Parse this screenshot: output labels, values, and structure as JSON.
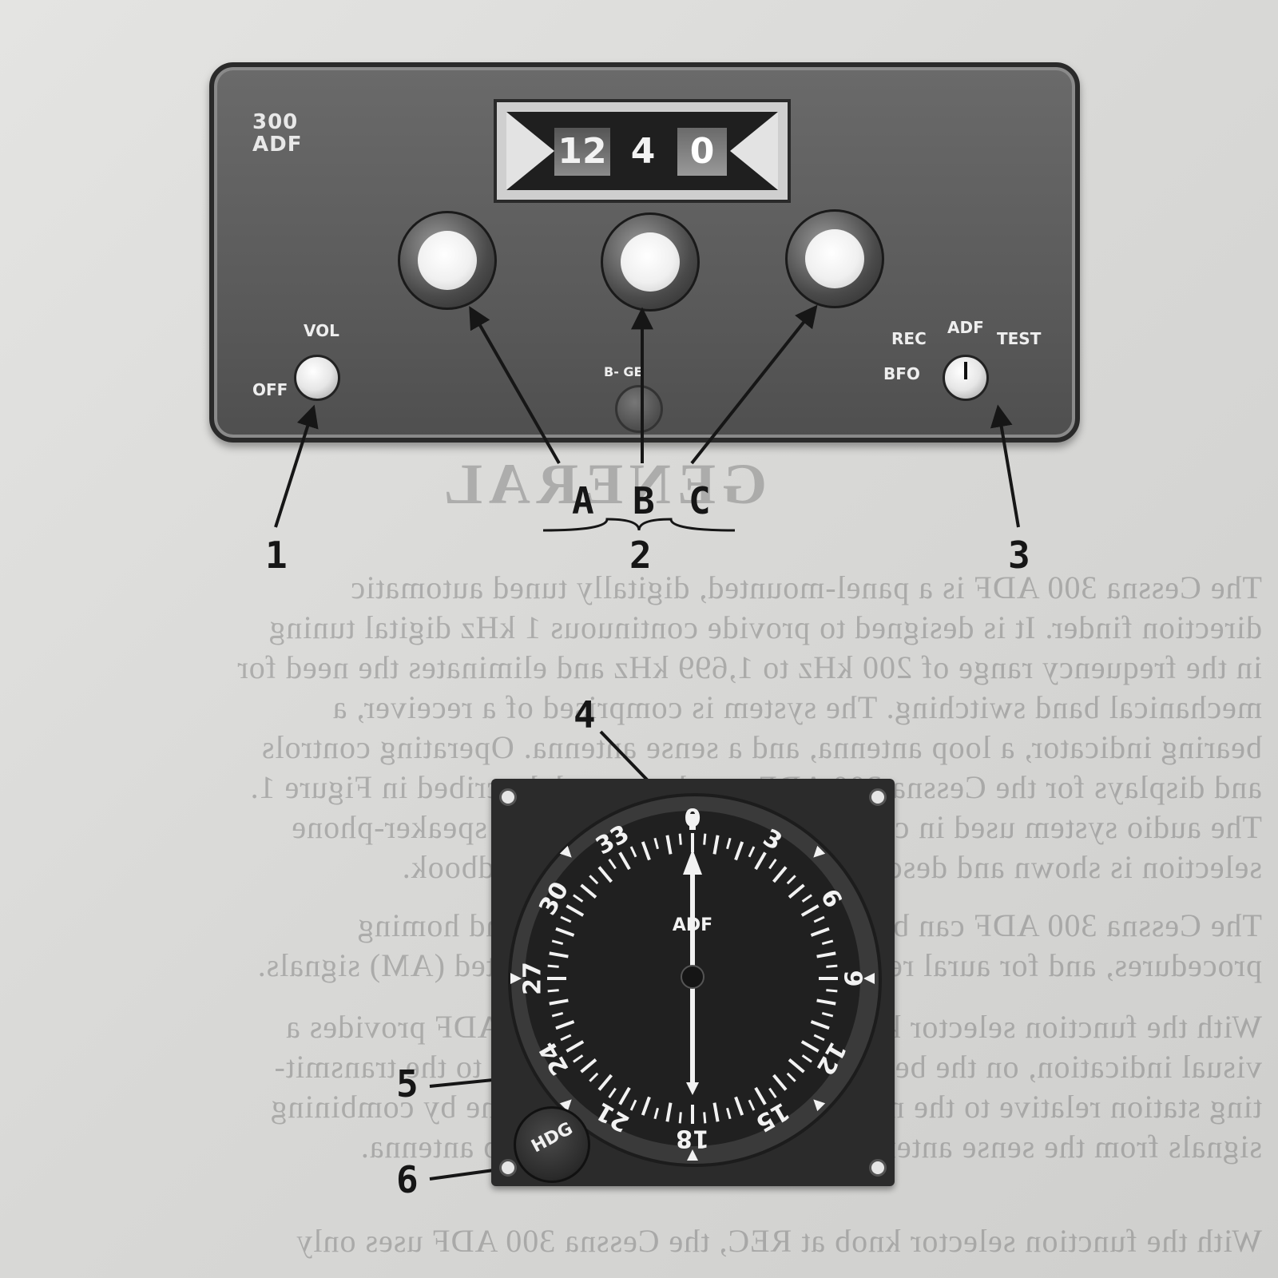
{
  "radio_panel": {
    "model_line1": "300",
    "model_line2": "ADF",
    "frequency_digits": [
      "12",
      "4",
      "0"
    ],
    "vol_label": "VOL",
    "off_label": "OFF",
    "bfo_label": "BFO",
    "rec_label": "REC",
    "adf_label": "ADF",
    "test_label": "TEST",
    "b_knob_label": "B-  GE"
  },
  "callouts": {
    "a": "A",
    "b": "B",
    "c": "C",
    "one": "1",
    "two": "2",
    "three": "3",
    "four": "4",
    "five": "5",
    "six": "6"
  },
  "indicator": {
    "needle_label": "ADF",
    "hdg_label": "HDG",
    "dial_numbers": [
      "0",
      "3",
      "6",
      "9",
      "12",
      "15",
      "18",
      "21",
      "24",
      "27",
      "30",
      "33"
    ]
  },
  "bleed_through": {
    "heading": "GENERAL",
    "lines": [
      "The Cessna 300 ADF is a panel-mounted, digitally tuned automatic",
      "direction finder. It is designed to provide continuous 1 kHz digital tuning",
      "in the frequency range of 200 kHz to 1,699 kHz and eliminates the need for",
      "mechanical band switching. The system is comprised of a receiver, a",
      "bearing indicator, a loop antenna, and a sense antenna. Operating controls",
      "and displays for the Cessna 300 ADF are shown and described in Figure 1.",
      "The audio system used in conjunction with this radio for speaker-phone",
      "selection is shown and described in Section 7 of this handbook.",
      "The Cessna 300 ADF can be used for position plotting and homing",
      "procedures, and for aural reception of amplitude-modulated (AM) signals.",
      "With the function selector knob at ADF, the Cessna 300 ADF provides a",
      "visual indication, on the bearing indicator, of the bearing to the transmit-",
      "ting station relative to the nose of the aircraft. This is done by combining",
      "signals from the sense antenna with signals from the loop antenna.",
      "With the function selector knob at REC, the Cessna 300 ADF uses only"
    ]
  }
}
